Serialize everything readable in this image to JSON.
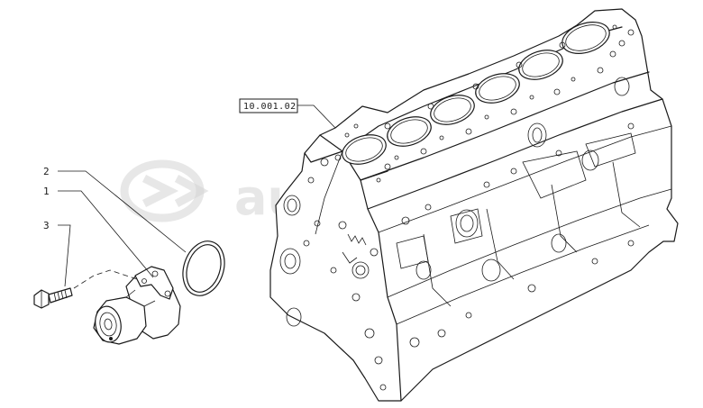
{
  "callouts": [
    {
      "id": "2",
      "label": "2"
    },
    {
      "id": "1",
      "label": "1"
    },
    {
      "id": "3",
      "label": "3"
    }
  ],
  "reference_tag": {
    "label": "10.001.02"
  },
  "watermark": {
    "text": "autopiter.ru"
  }
}
